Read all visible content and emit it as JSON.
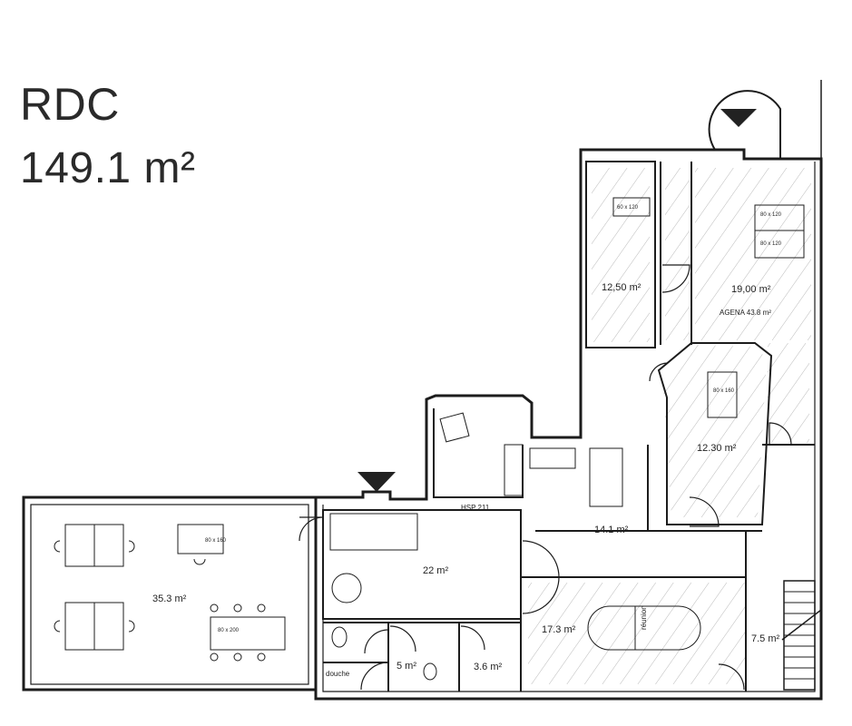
{
  "heading": {
    "level": "RDC",
    "total_area": "149.1 m²"
  },
  "rooms": {
    "room_a": "12,50 m²",
    "room_b": "19,00 m²",
    "room_b_note": "AGENA 43.8 m²",
    "room_c": "12.30 m²",
    "room_d": "14.1 m²",
    "room_e": "35.3 m²",
    "room_f": "22 m²",
    "room_g": "17.3 m²",
    "room_h": "7.5 m²",
    "room_i": "5 m²",
    "room_j": "3.6 m²",
    "douche": "douche",
    "hsp": "HSP 211",
    "reunion": "réunion"
  },
  "desks": {
    "d_60x120": "60 x 120",
    "d_80x120": "80 x 120",
    "d_80x160": "80 x 160",
    "d_80x200": "80 x 200",
    "d_80x160b": "80 x 160",
    "d_80x120b": "80 x 120"
  },
  "colors": {
    "ink": "#1c1c1c",
    "hatch": "#9a9a9a",
    "entrance": "#222222"
  }
}
